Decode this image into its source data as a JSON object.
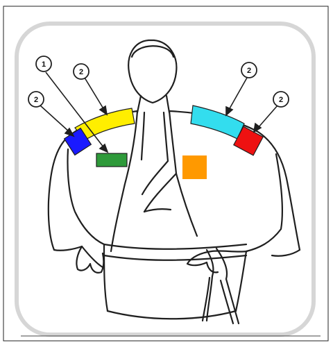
{
  "callouts": [
    {
      "id": "c1",
      "number": "1"
    },
    {
      "id": "c2a",
      "number": "2"
    },
    {
      "id": "c2b",
      "number": "2"
    },
    {
      "id": "c2c",
      "number": "2"
    },
    {
      "id": "c2d",
      "number": "2"
    }
  ],
  "colors": {
    "frame_border": "#222222",
    "card_border": "#d6d6d6",
    "line_art": "#1f1f1f",
    "blue_patch": "#1a1aff",
    "yellow_band": "#ffee00",
    "green_patch": "#2e9a3a",
    "orange_patch": "#ff9900",
    "cyan_band": "#33ddee",
    "red_patch": "#ee1111"
  }
}
